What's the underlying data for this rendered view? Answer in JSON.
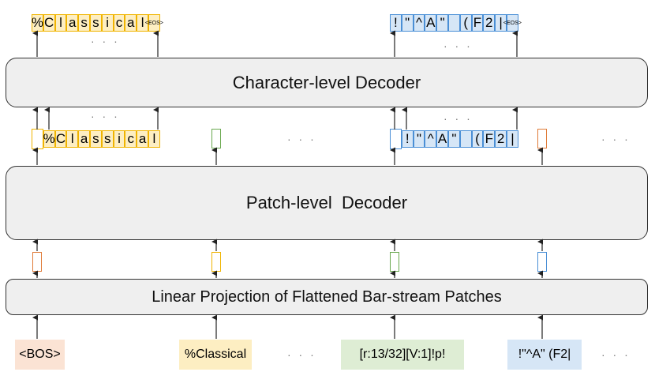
{
  "colors": {
    "orange": "#e07b39",
    "orange_fill": "#fbe3d4",
    "yellow": "#f0b400",
    "yellow_fill": "#fdeec2",
    "green": "#6aa84f",
    "green_fill": "#deedd4",
    "blue": "#4a8fd6",
    "blue_fill": "#d6e6f6",
    "block_fill": "#efefef",
    "arrow": "#222222"
  },
  "blocks": {
    "char_decoder": "Character-level Decoder",
    "patch_decoder": "Patch-level  Decoder",
    "linear_projection": "Linear Projection of Flattened Bar-stream Patches"
  },
  "inputs": [
    {
      "label": "<BOS>",
      "color": "orange"
    },
    {
      "label": "%Classical",
      "color": "yellow"
    },
    {
      "label": "[r:13/32][V:1]!p!",
      "color": "green"
    },
    {
      "label": "!\"^A\" (F2|",
      "color": "blue"
    }
  ],
  "patch_colors": [
    "orange",
    "yellow",
    "green",
    "blue"
  ],
  "patch_decoder_output_colors": [
    "yellow-seq",
    "green",
    "blue-seq",
    "orange"
  ],
  "char_seq_yellow": [
    "",
    "%",
    "C",
    "l",
    "a",
    "s",
    "s",
    "i",
    "c",
    "a",
    "l"
  ],
  "char_seq_blue": [
    "",
    "!",
    "\"",
    "^",
    "A",
    "\"",
    "",
    "(",
    "F",
    "2",
    "|"
  ],
  "char_out_yellow": [
    "%",
    "C",
    "l",
    "a",
    "s",
    "s",
    "i",
    "c",
    "a",
    "l",
    "<EOS>"
  ],
  "char_out_blue": [
    "!",
    "\"",
    "^",
    "A",
    "\"",
    "",
    "(",
    "F",
    "2",
    "|",
    "<EOS>"
  ],
  "ellipsis": "· · ·"
}
